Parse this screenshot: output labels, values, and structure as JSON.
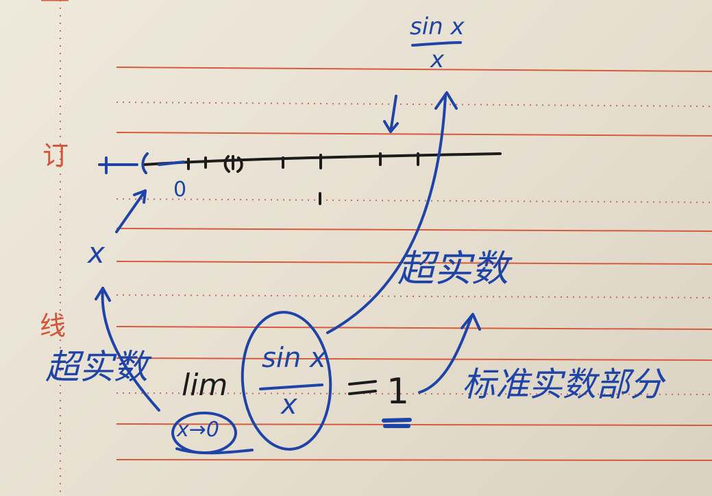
{
  "margin_labels": {
    "ding": "订",
    "xian": "线"
  },
  "numberline": {
    "zero": "0",
    "one": "1"
  },
  "annotations": {
    "x_mark": "x",
    "left_hyperreal": "超实数",
    "right_hyperreal": "超实数",
    "standard_part": "标准实数部分"
  },
  "formula": {
    "lim": "lim",
    "subscript": "x→0",
    "numerator": "sin x",
    "denominator": "x",
    "equals": "=",
    "result": "1"
  },
  "top_fraction": {
    "numerator": "sin x",
    "denominator": "x"
  },
  "colors": {
    "paper": "#ece6d8",
    "ruled_line": "#d65a3c",
    "dotted_line": "#c9685a",
    "blue_ink": "#1f44a8",
    "black_ink": "#1c1c1c"
  }
}
